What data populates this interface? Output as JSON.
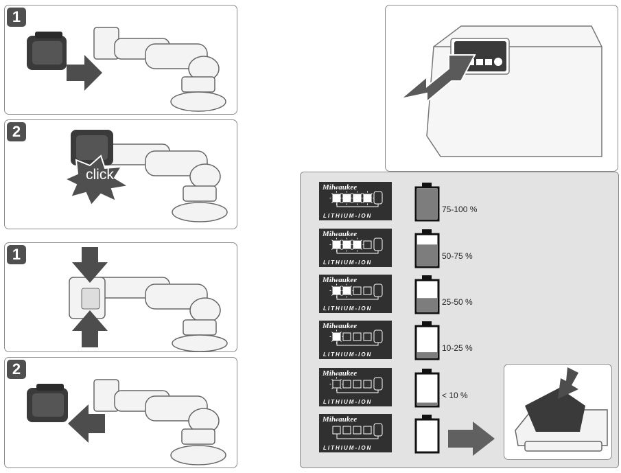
{
  "steps": {
    "insert_step1": "1",
    "insert_step2": "2",
    "remove_step1": "1",
    "remove_step2": "2"
  },
  "click_text": "click",
  "brand_text": "Milwaukee",
  "series_text": "LITHIUM-ION",
  "charge_levels": [
    {
      "label": "75-100 %",
      "fill": 1.0,
      "lit": 4,
      "flash": 4
    },
    {
      "label": "50-75 %",
      "fill": 0.7,
      "lit": 3,
      "flash": 3
    },
    {
      "label": "25-50 %",
      "fill": 0.45,
      "lit": 2,
      "flash": 2
    },
    {
      "label": "10-25 %",
      "fill": 0.18,
      "lit": 1,
      "flash": 1
    },
    {
      "label": "< 10 %",
      "fill": 0.08,
      "lit": 0,
      "flash": 1
    },
    {
      "label": "",
      "fill": 0.0,
      "lit": 0,
      "flash": 0
    }
  ],
  "colors": {
    "fill": "#7d7d7d",
    "card": "#303030",
    "panel_bg": "#e3e3e3",
    "arrow": "#4d4d4d"
  }
}
